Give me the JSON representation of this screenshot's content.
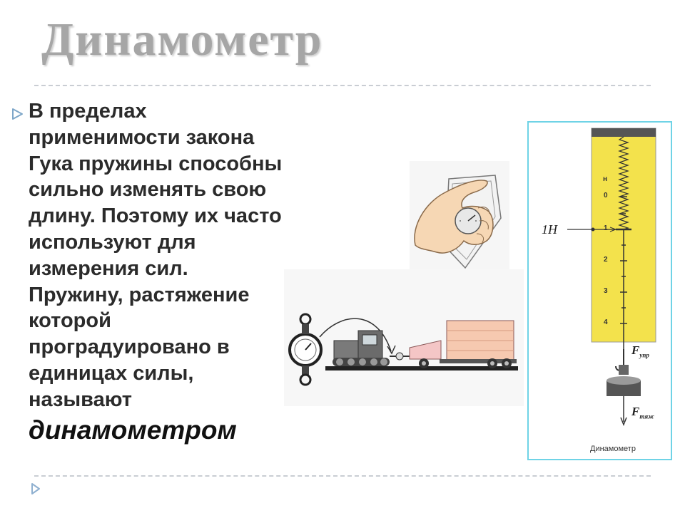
{
  "slide": {
    "title": "Динамометр",
    "body_lines": [
      "В пределах",
      "применимости закона",
      "Гука пружины способны",
      "сильно изменять свою",
      "длину. Поэтому их часто",
      "используют для",
      "измерения сил.",
      "Пружину, растяжение",
      "которой",
      "проградуировано в",
      "единицах силы,",
      "называют"
    ],
    "emphasis": "динамометром"
  },
  "dynamometer_figure": {
    "label_1n": "1H",
    "scale_labels": [
      "н",
      "0",
      "1",
      "2",
      "3",
      "4"
    ],
    "force_upper": "F",
    "force_upper_sub": "упр",
    "force_lower": "F",
    "force_lower_sub": "тяж",
    "caption": "Динамометр"
  },
  "colors": {
    "title": "#a6a6a6",
    "body": "#2b2b2b",
    "accent_border": "#6fd3e6",
    "scale_yellow": "#f3e24c",
    "bullet": "#7fa7c9"
  }
}
